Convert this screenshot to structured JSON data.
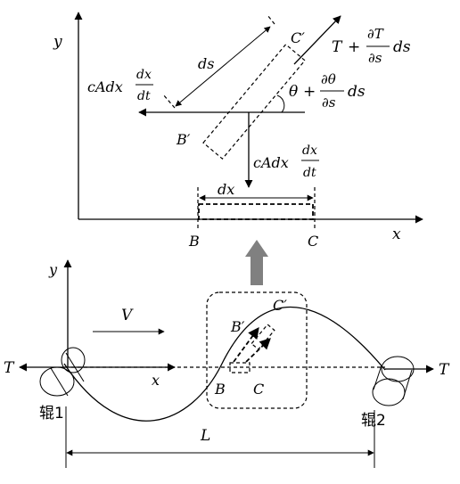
{
  "top": {
    "axis_y": "y",
    "axis_x": "x",
    "label_ds": "ds",
    "label_C_prime": "C′",
    "label_B_prime": "B′",
    "label_B": "B",
    "label_C": "C",
    "label_dx": "dx",
    "tension_T": "T",
    "tension_plus": "+",
    "tension_num": "∂T",
    "tension_den": "∂s",
    "tension_ds": "ds",
    "theta": "θ",
    "theta_plus": "+",
    "theta_num": "∂θ",
    "theta_den": "∂s",
    "theta_ds": "ds",
    "damp_left_prefix": "cAdx",
    "damp_left_num": "dx",
    "damp_left_den": "dt",
    "damp_down_prefix": "cAdx",
    "damp_down_num": "dx",
    "damp_down_den": "dt"
  },
  "bottom": {
    "axis_y": "y",
    "axis_x": "x",
    "velocity": "V",
    "tension_left": "T",
    "tension_right": "T",
    "label_B": "B",
    "label_C": "C",
    "label_B_prime": "B′",
    "label_C_prime": "C′",
    "roller1": "辊1",
    "roller2": "辊2",
    "span": "L"
  }
}
